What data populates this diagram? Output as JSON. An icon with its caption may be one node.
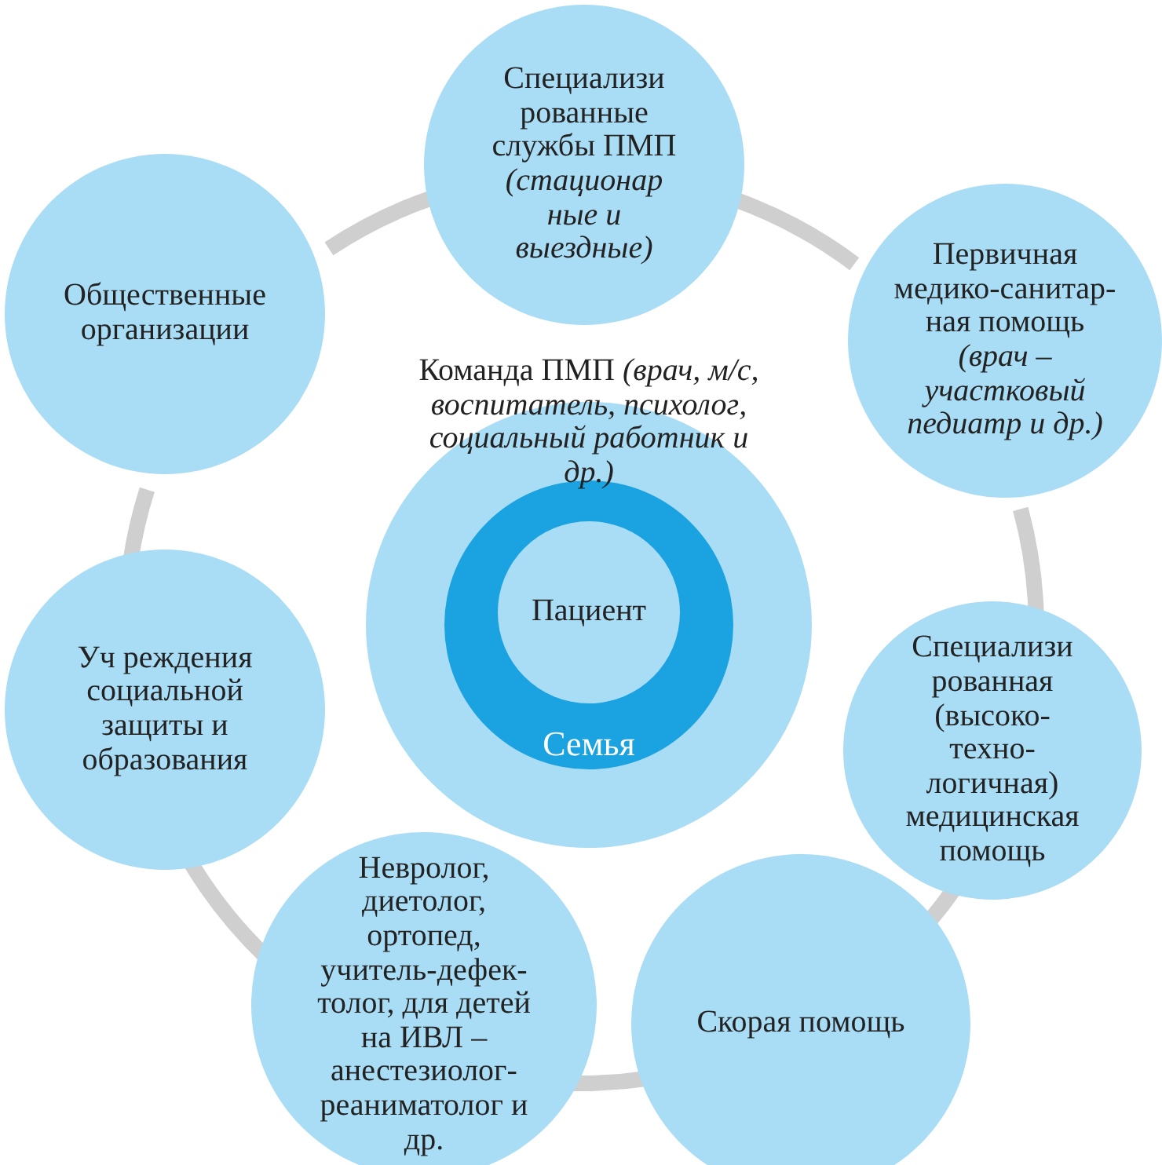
{
  "diagram": {
    "nodes": [
      {
        "text": [
          "Специализи рованные службы ПМП *(стационар ные и выездные)*"
        ]
      },
      {
        "text": [
          "Первичная медико-санитар- ная помощь *(врач – участковый педиатр и др.)*"
        ]
      },
      {
        "text": [
          "Специализи рованная (высоко- техно- логичная) медицинская помощь"
        ]
      },
      {
        "text": [
          "Скорая помощь"
        ]
      },
      {
        "text": [
          "Невролог, диетолог, ортопед, учитель-дефек- толог, для детей на ИВЛ – анестезиолог- реаниматолог и др."
        ]
      },
      {
        "text": [
          "Уч реждения социальной защиты и образования"
        ]
      },
      {
        "text": [
          "Общественные организации"
        ]
      },
      {
        "text": [
          "Команда ПМП *(врач, м/с, воспитатель, психолог, социальный работник и др.)*"
        ]
      },
      {
        "text": [
          "Семья"
        ],
        "in": 7
      },
      {
        "text": [
          "Пациент"
        ],
        "in": 8
      }
    ],
    "edges": [
      {
        "from": 0,
        "to": 1,
        "arrow": "none"
      },
      {
        "from": 1,
        "to": 2,
        "arrow": "none"
      },
      {
        "from": 2,
        "to": 3,
        "arrow": "none"
      },
      {
        "from": 3,
        "to": 4,
        "arrow": "none"
      },
      {
        "from": 4,
        "to": 5,
        "arrow": "none"
      },
      {
        "from": 5,
        "to": 6,
        "arrow": "none"
      },
      {
        "from": 6,
        "to": 0,
        "arrow": "none"
      }
    ]
  }
}
